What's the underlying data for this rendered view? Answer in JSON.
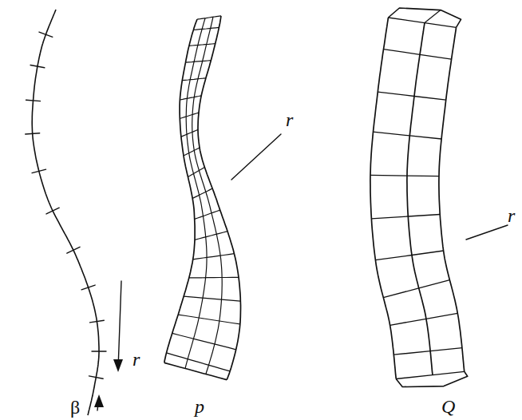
{
  "diagram": {
    "labels": [
      "r",
      "β",
      "r",
      "p",
      "r",
      "Q"
    ]
  }
}
